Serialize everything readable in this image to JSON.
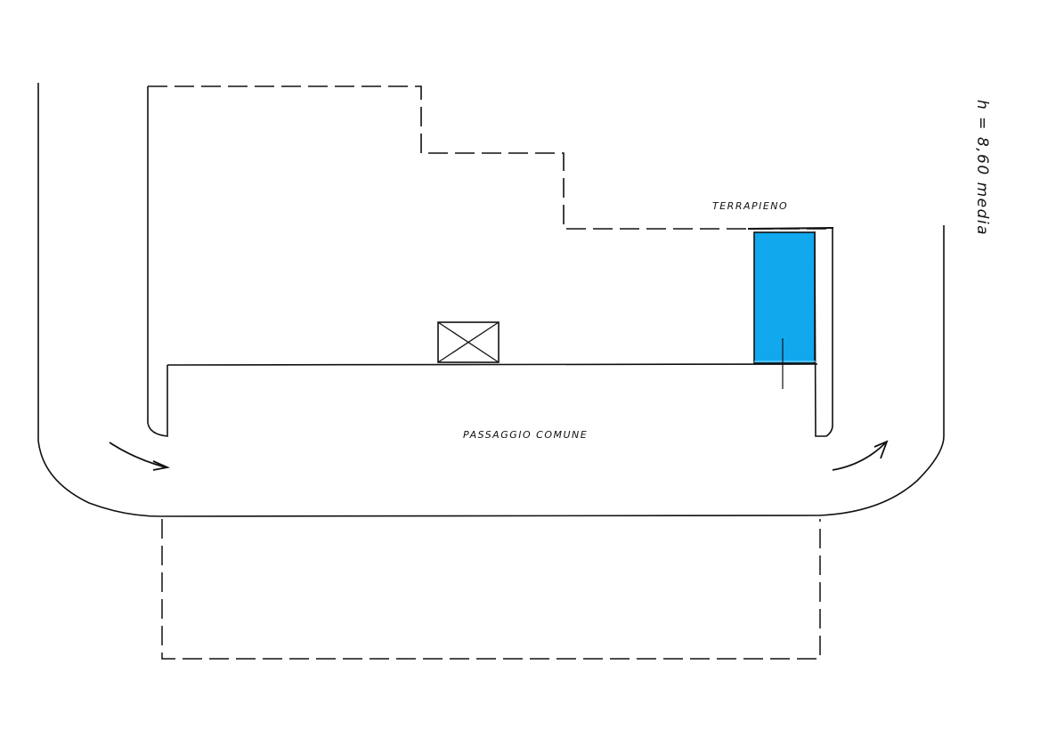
{
  "diagram": {
    "type": "site-plan-sketch",
    "labels": {
      "terrapieno": "TERRAPIENO",
      "passaggio_comune": "PASSAGGIO COMUNE",
      "height_note": "h = 8,60 media"
    },
    "colors": {
      "highlight_unit": "#11A8EE",
      "line": "#111111",
      "background": "#FFFFFF"
    },
    "elements": [
      {
        "id": "outer-road-boundary",
        "style": "solid",
        "description": "U-shaped road edge with rounded corners"
      },
      {
        "id": "building-upper-outline",
        "style": "dashed",
        "description": "Stepped building footprint above"
      },
      {
        "id": "building-front-line",
        "style": "solid"
      },
      {
        "id": "highlighted-unit",
        "style": "filled",
        "color": "#11A8EE"
      },
      {
        "id": "crossed-box",
        "style": "solid",
        "description": "Rectangle with X (void/shaft)"
      },
      {
        "id": "lower-building-outline",
        "style": "dashed",
        "description": "Rectangular footprint below the passage"
      },
      {
        "id": "entry-arrow",
        "direction": "in",
        "side": "left"
      },
      {
        "id": "exit-arrow",
        "direction": "out",
        "side": "right"
      }
    ]
  }
}
